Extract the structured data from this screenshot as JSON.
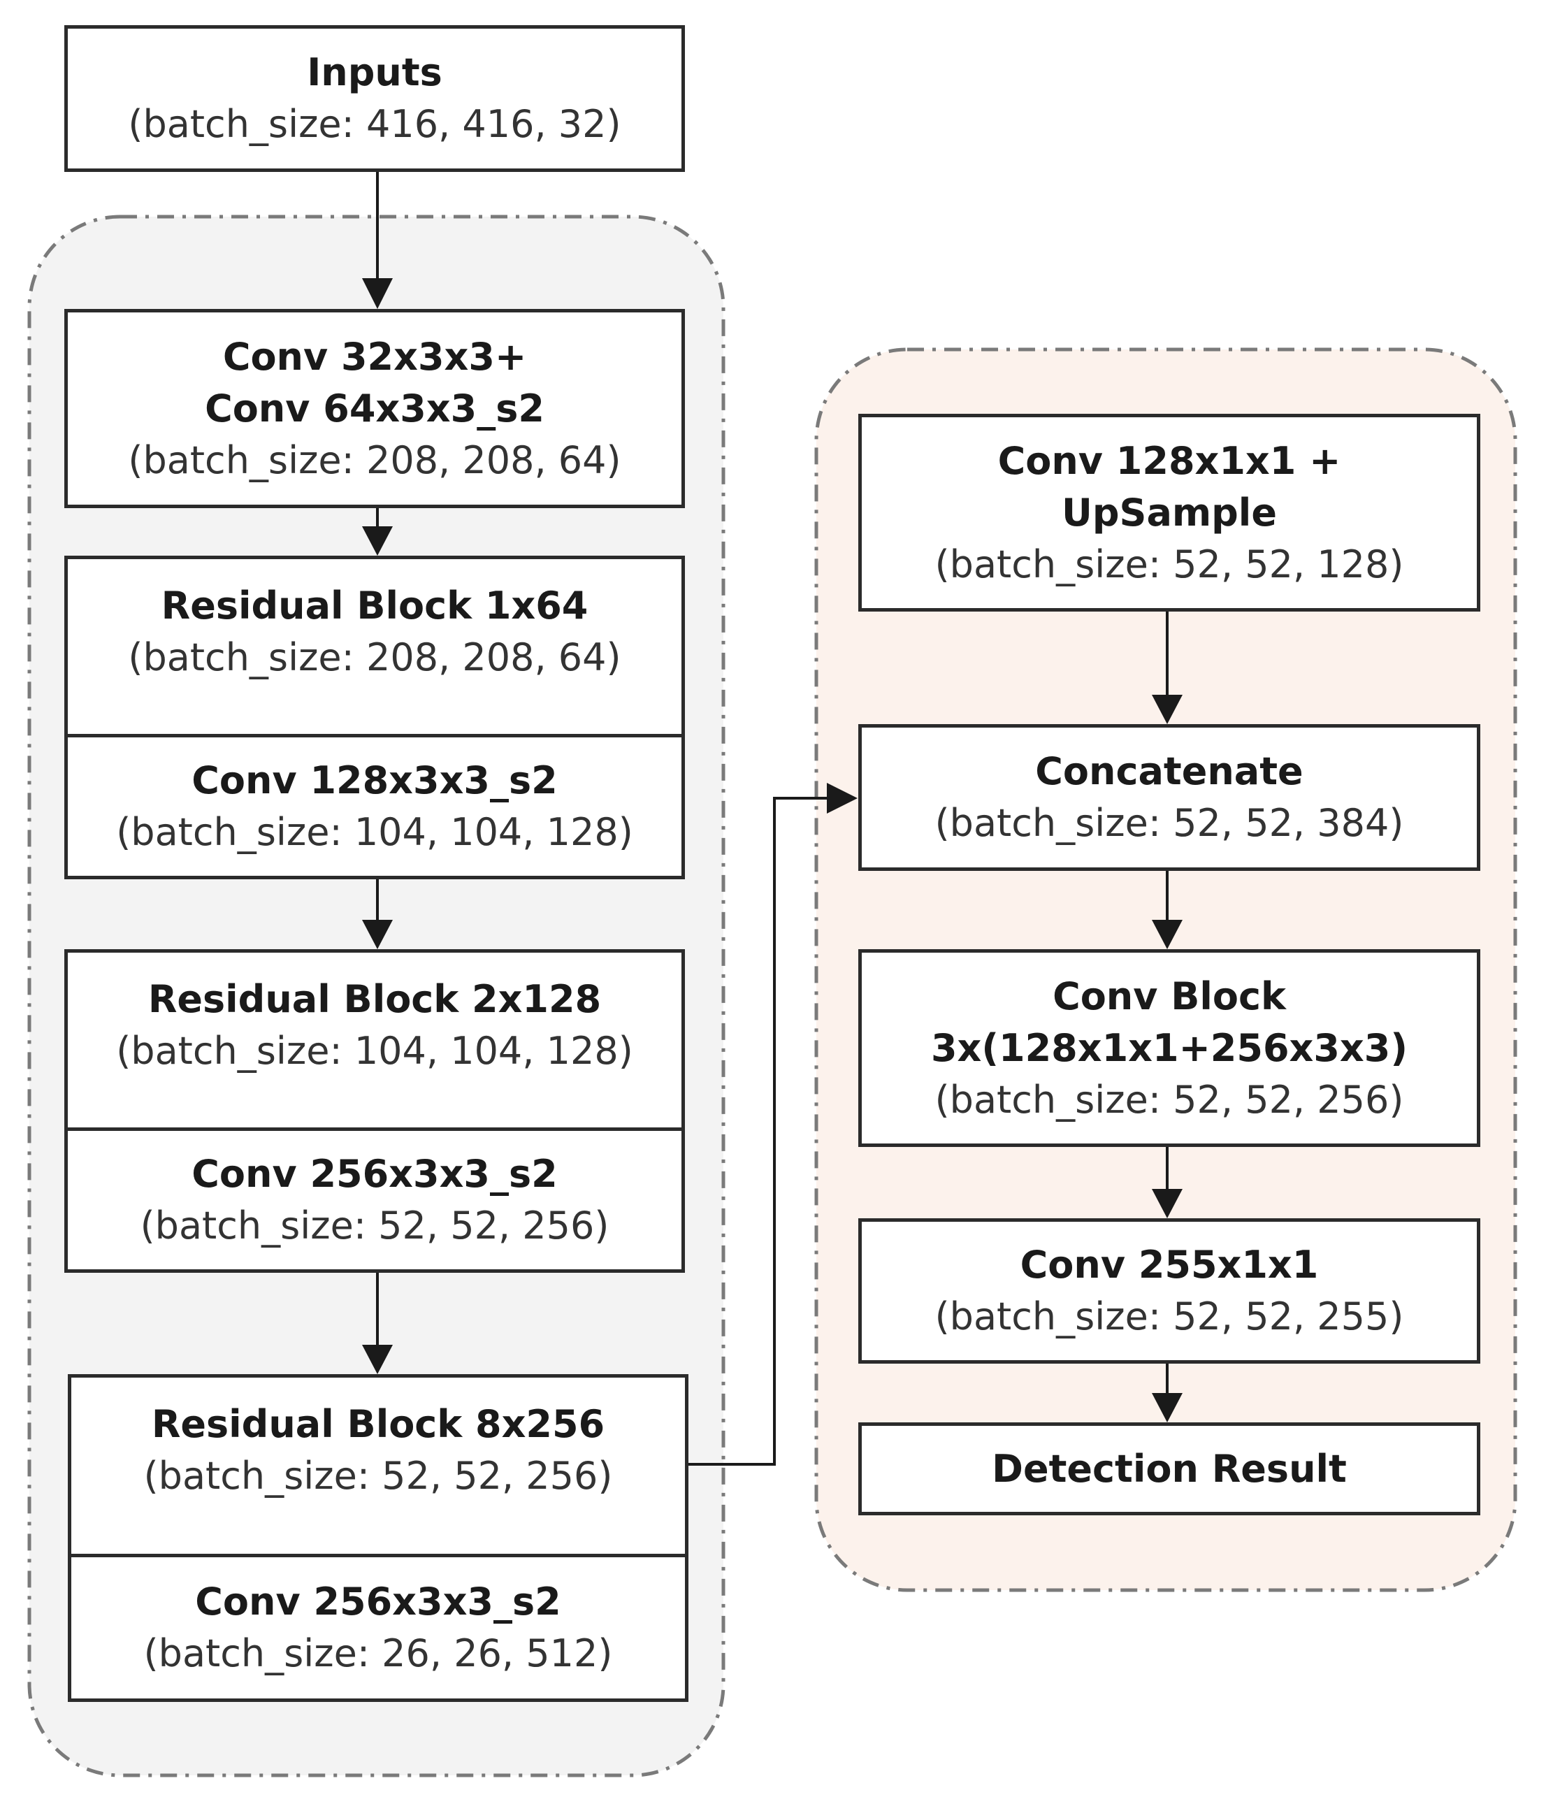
{
  "colors": {
    "backbone_fill": "#f3f3f3",
    "head_fill": "#fcf2ec",
    "group_border": "#7a7a7a",
    "box_border": "#2b2b2b",
    "arrow": "#1a1a1a"
  },
  "backbone": {
    "inputs": {
      "title": "Inputs",
      "dims": "(batch_size: 416, 416, 32)"
    },
    "conv_stem": {
      "title_line1": "Conv 32x3x3+",
      "title_line2": "Conv 64x3x3_s2",
      "dims": "(batch_size: 208, 208, 64)"
    },
    "res_block_1": {
      "title": "Residual Block 1x64",
      "dims": "(batch_size: 208, 208, 64)"
    },
    "conv_128": {
      "title": "Conv 128x3x3_s2",
      "dims": "(batch_size: 104, 104, 128)"
    },
    "res_block_2": {
      "title": "Residual Block 2x128",
      "dims": "(batch_size: 104, 104, 128)"
    },
    "conv_256_a": {
      "title": "Conv 256x3x3_s2",
      "dims": "(batch_size: 52, 52, 256)"
    },
    "res_block_8": {
      "title": "Residual Block 8x256",
      "dims": "(batch_size: 52, 52, 256)"
    },
    "conv_256_b": {
      "title": "Conv 256x3x3_s2",
      "dims": "(batch_size: 26, 26, 512)"
    }
  },
  "head": {
    "conv_upsample": {
      "title_line1": "Conv 128x1x1 +",
      "title_line2": "UpSample",
      "dims": "(batch_size: 52, 52, 128)"
    },
    "concatenate": {
      "title": "Concatenate",
      "dims": "(batch_size: 52, 52, 384)"
    },
    "conv_block": {
      "title_line1": "Conv Block",
      "title_line2": "3x(128x1x1+256x3x3)",
      "dims": "(batch_size: 52, 52, 256)"
    },
    "conv_255": {
      "title": "Conv 255x1x1",
      "dims": "(batch_size: 52, 52, 255)"
    },
    "detection": {
      "title": "Detection Result"
    }
  }
}
